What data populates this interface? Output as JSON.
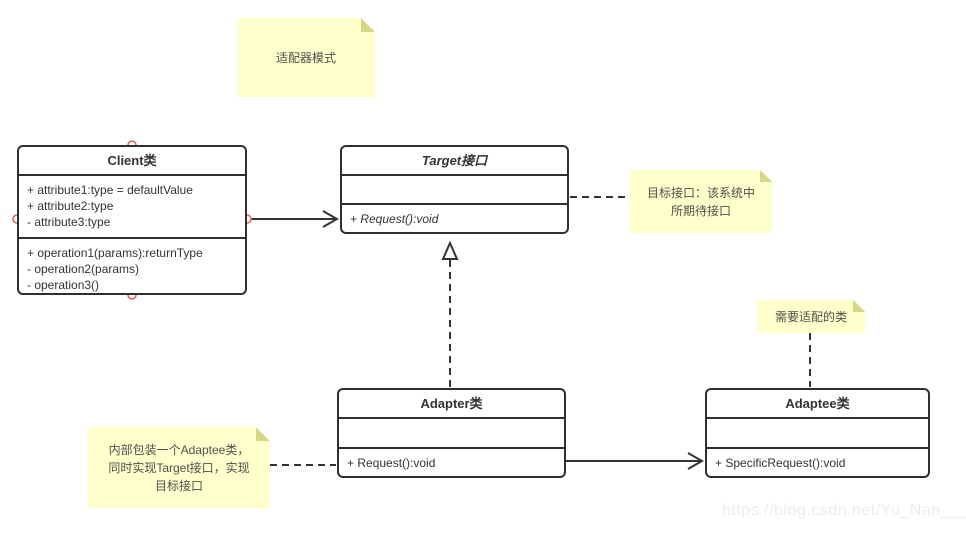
{
  "colors": {
    "line": "#333333",
    "box_border": "#2f2f2f",
    "box_bg": "#ffffff",
    "note_bg": "#ffffcc",
    "note_fold": "#d6d685",
    "note_text": "#4f4f4f",
    "anchor_stroke": "#e0625a",
    "watermark_text": "#ececec"
  },
  "notes": {
    "pattern_title": "适配器模式",
    "target_desc": "目标接口：该系统中\n所期待接口",
    "adaptee_desc": "需要适配的类",
    "adapter_desc": "内部包装一个Adaptee类，\n同时实现Target接口，实现\n目标接口"
  },
  "classes": {
    "client": {
      "title": "Client类",
      "attributes": [
        "+ attribute1:type = defaultValue",
        "+ attribute2:type",
        "- attribute3:type"
      ],
      "operations": [
        "+ operation1(params):returnType",
        "- operation2(params)",
        "- operation3()"
      ]
    },
    "target": {
      "title": "Target接口",
      "operations": [
        "+ Request():void"
      ]
    },
    "adapter": {
      "title": "Adapter类",
      "operations": [
        "+ Request():void"
      ]
    },
    "adaptee": {
      "title": "Adaptee类",
      "operations": [
        "+ SpecificRequest():void"
      ]
    }
  },
  "watermark": "https://blog.csdn.net/Yu_Nan___"
}
